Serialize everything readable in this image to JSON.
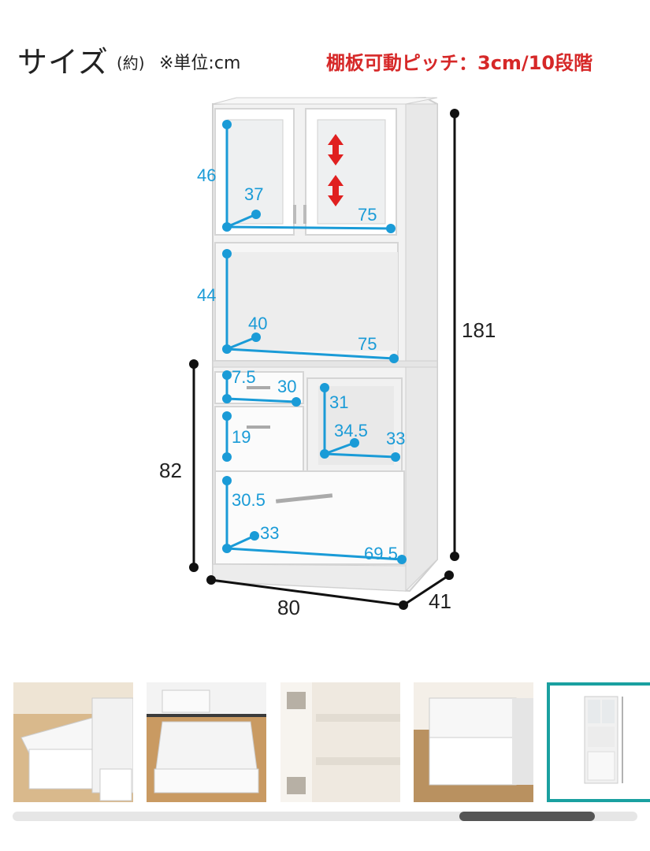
{
  "header": {
    "title": "サイズ",
    "approx": "(約)",
    "unit": "※単位:cm",
    "pitch_note": "棚板可動ピッチ：3cm/10段階"
  },
  "dimensions": {
    "overall_height": "181",
    "lower_height": "82",
    "width": "80",
    "depth": "41",
    "upper_h": "46",
    "upper_d": "37",
    "upper_w": "75",
    "middle_h": "44",
    "middle_d": "40",
    "middle_w": "75",
    "drawer1_h": "7.5",
    "drawer1_w": "30",
    "drawer2_h": "19",
    "cubby_h": "31",
    "cubby_d": "34.5",
    "cubby_w": "33",
    "bottom_h": "30.5",
    "bottom_d": "33",
    "bottom_w": "69.5"
  },
  "thumbnails": [
    {
      "label": "drawer-open-view"
    },
    {
      "label": "drawer-top-view"
    },
    {
      "label": "hinge-shelf-view"
    },
    {
      "label": "drawer-side-view"
    },
    {
      "label": "size-diagram-view"
    }
  ],
  "colors": {
    "accent": "#1a9bd7",
    "note": "#d62828",
    "active_thumb_border": "#1aa0a0"
  }
}
